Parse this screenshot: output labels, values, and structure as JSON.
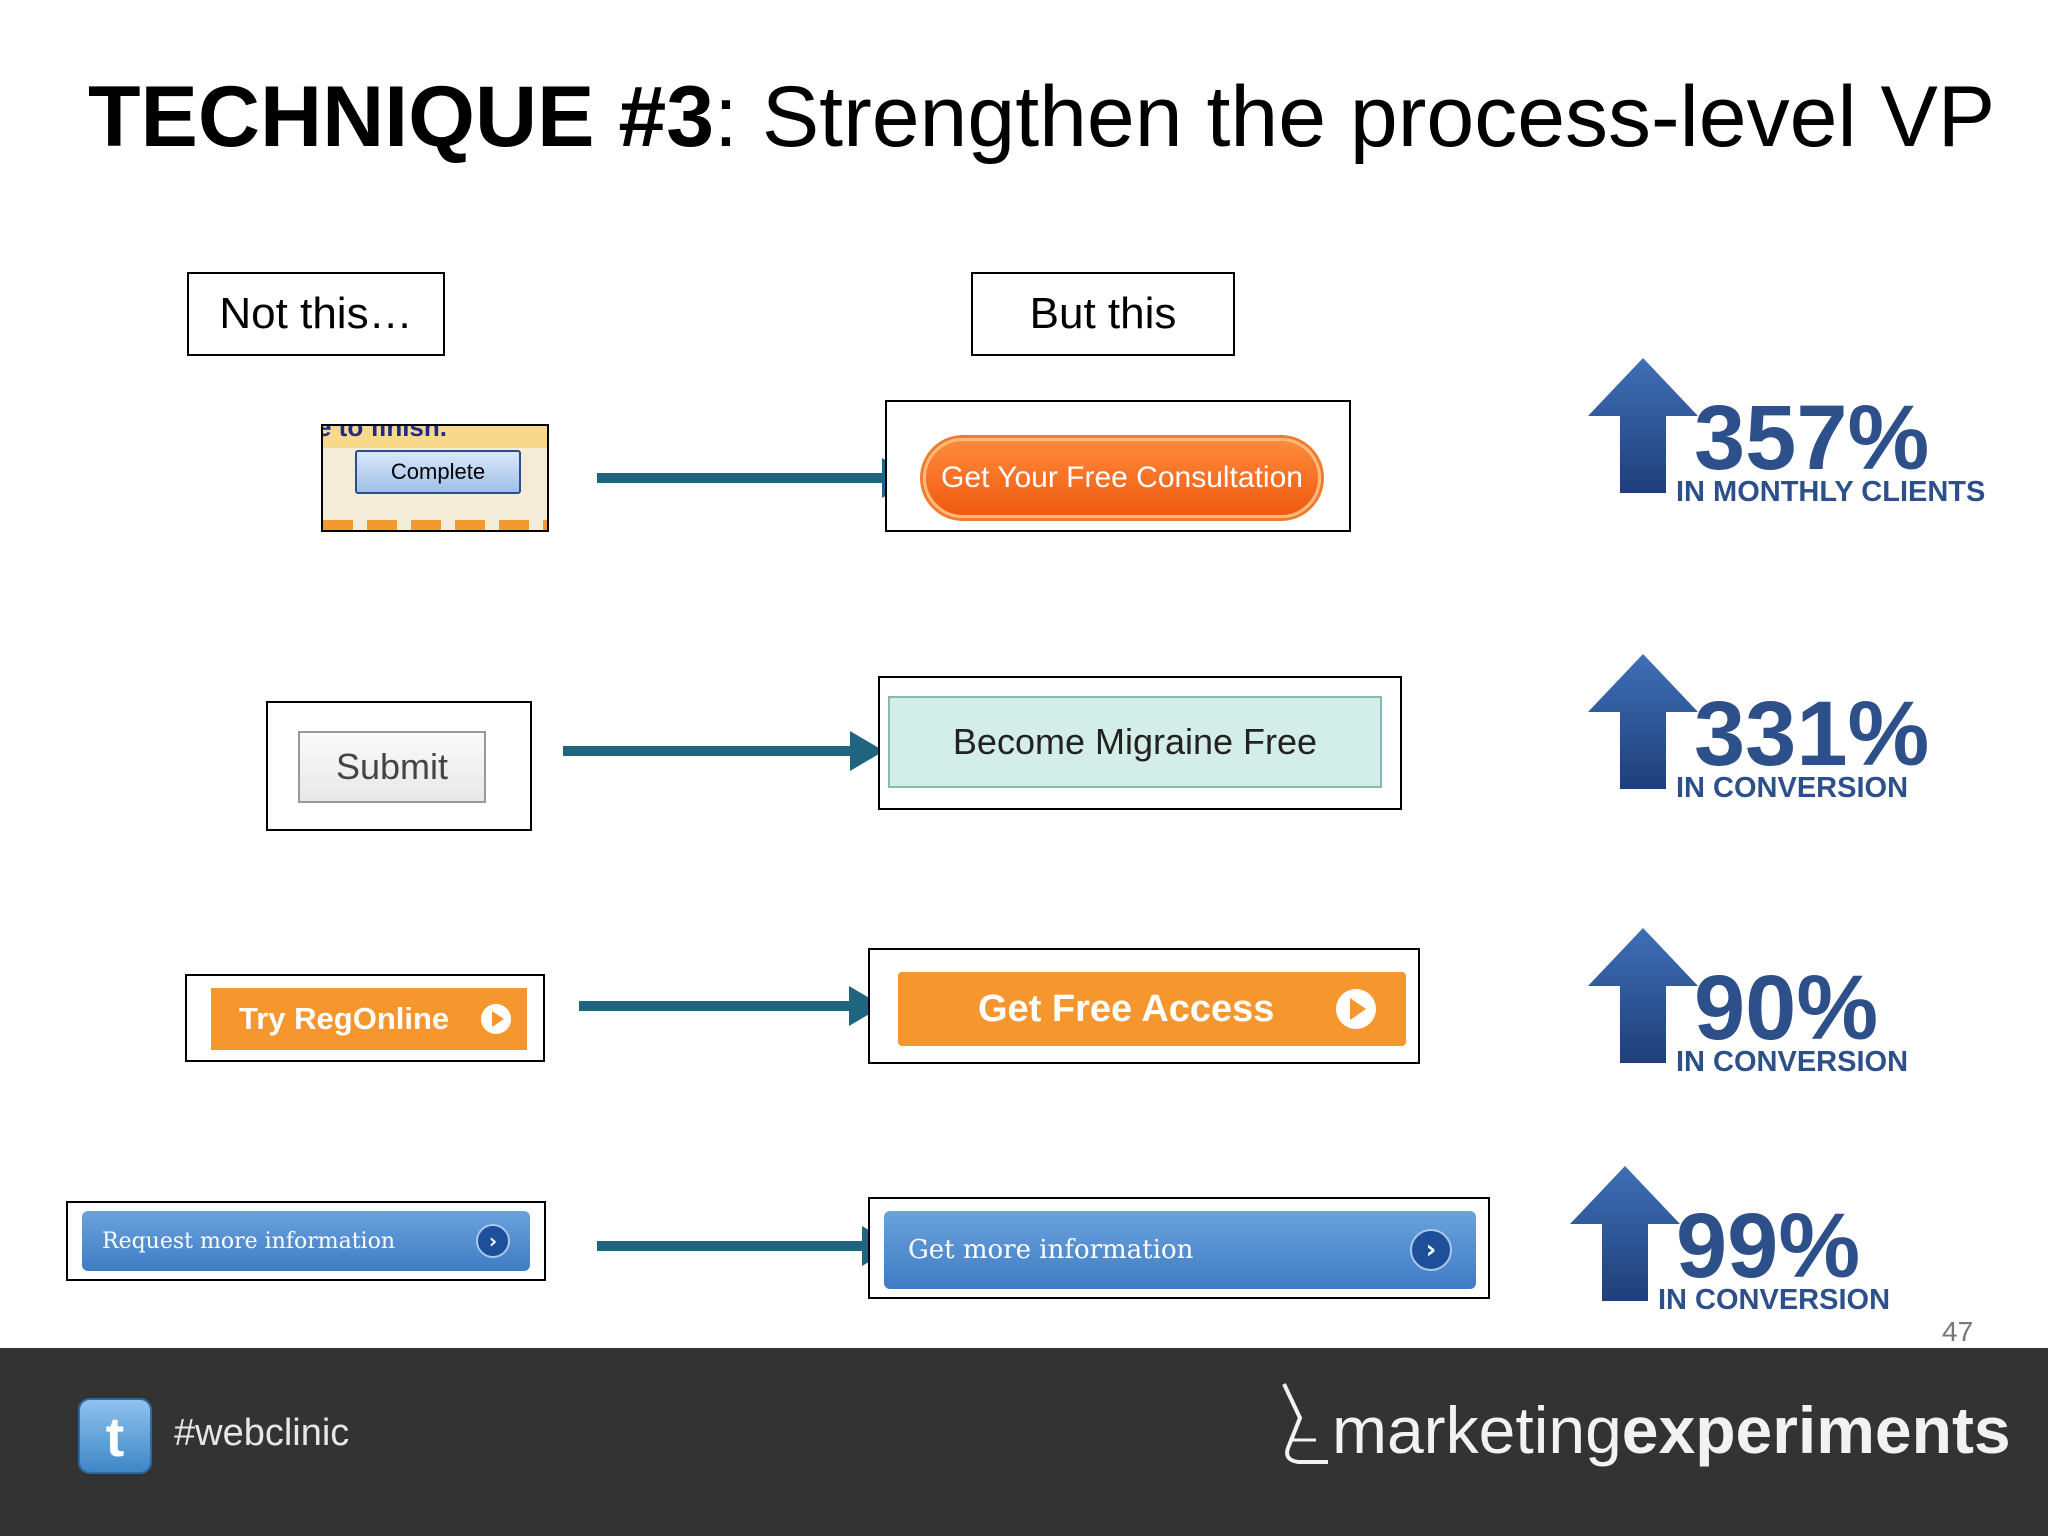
{
  "slide": {
    "title_bold": "TECHNIQUE #3",
    "title_rest": ": Strengthen the process-level VP",
    "page_number": "47"
  },
  "columns": {
    "left_label": "Not this…",
    "right_label": "But this"
  },
  "rows": [
    {
      "old": {
        "strip_text": "e to finish.",
        "button_label": "Complete"
      },
      "new": {
        "button_label": "Get Your Free Consultation"
      },
      "result": {
        "percent": "357%",
        "label": "IN MONTHLY CLIENTS"
      }
    },
    {
      "old": {
        "button_label": "Submit"
      },
      "new": {
        "button_label": "Become Migraine Free"
      },
      "result": {
        "percent": "331%",
        "label": "IN CONVERSION"
      }
    },
    {
      "old": {
        "button_label": "Try RegOnline"
      },
      "new": {
        "button_label": "Get Free Access"
      },
      "result": {
        "percent": "90%",
        "label": "IN CONVERSION"
      }
    },
    {
      "old": {
        "button_label": "Request more information"
      },
      "new": {
        "button_label": "Get more information"
      },
      "result": {
        "percent": "99%",
        "label": "IN CONVERSION"
      }
    }
  ],
  "footer": {
    "hashtag": "#webclinic",
    "logo_light": "marketing",
    "logo_bold": "experiments",
    "icon": "twitter-icon"
  },
  "colors": {
    "stat_blue": "#2d4f8a",
    "arrow_teal": "#1f6580",
    "footer_bg": "#333333",
    "orange": "#f5962f"
  }
}
